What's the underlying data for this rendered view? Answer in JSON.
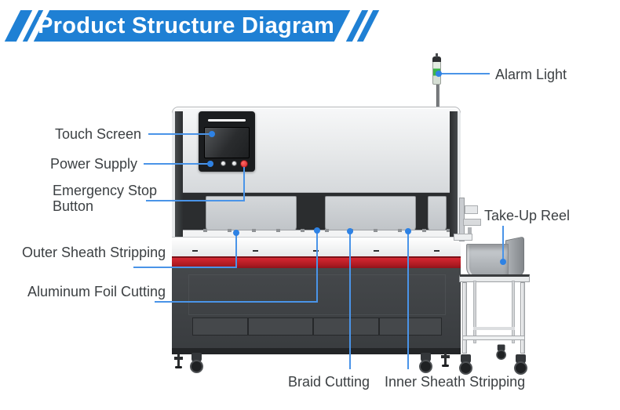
{
  "banner": {
    "title": "Product Structure Diagram"
  },
  "diagram": {
    "subject": "wire-processing-machine",
    "labels": {
      "alarm_light": "Alarm Light",
      "touch_screen": "Touch Screen",
      "power_supply": "Power Supply",
      "emergency_stop": "Emergency Stop Button",
      "outer_sheath": "Outer Sheath Stripping",
      "aluminum_foil": "Aluminum Foil Cutting",
      "take_up_reel": "Take-Up Reel",
      "braid_cutting": "Braid Cutting",
      "inner_sheath": "Inner Sheath Stripping"
    }
  },
  "colors": {
    "brand-blue": "#1f80d4",
    "leader-blue": "#4a94e8",
    "dot-blue": "#2e82e4",
    "label-gray": "#3c4043",
    "machine-red": "#b01b23",
    "alarm-green": "#3bb54a"
  }
}
